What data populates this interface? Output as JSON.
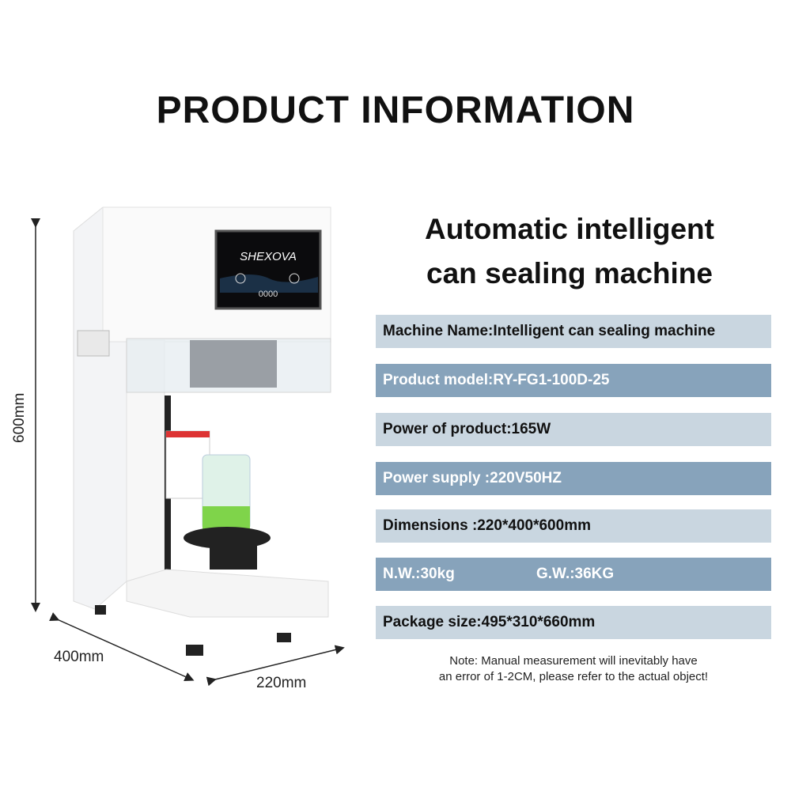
{
  "title": "PRODUCT INFORMATION",
  "subtitle": [
    "Automatic intelligent",
    "can sealing machine"
  ],
  "specs": [
    {
      "text": "Machine Name:Intelligent can sealing machine",
      "style": "light"
    },
    {
      "text": "Product model:RY-FG1-100D-25",
      "style": "dark"
    },
    {
      "text": "Power of product:165W",
      "style": "light"
    },
    {
      "text": "Power supply :220V50HZ",
      "style": "dark"
    },
    {
      "text": "Dimensions :220*400*600mm",
      "style": "light"
    },
    {
      "nw": "N.W.:30kg",
      "gw": "G.W.:36KG",
      "style": "dark"
    },
    {
      "text": "Package size:495*310*660mm",
      "style": "light"
    }
  ],
  "note": [
    "Note: Manual measurement will inevitably have",
    "an error of 1-2CM, please refer to the actual object!"
  ],
  "dimensions": {
    "height": "600mm",
    "depth": "400mm",
    "width": "220mm"
  },
  "screen": {
    "brand": "SHEXOVA",
    "counter": "0000"
  },
  "colors": {
    "light": "#c9d6e0",
    "dark": "#87a3bb"
  }
}
